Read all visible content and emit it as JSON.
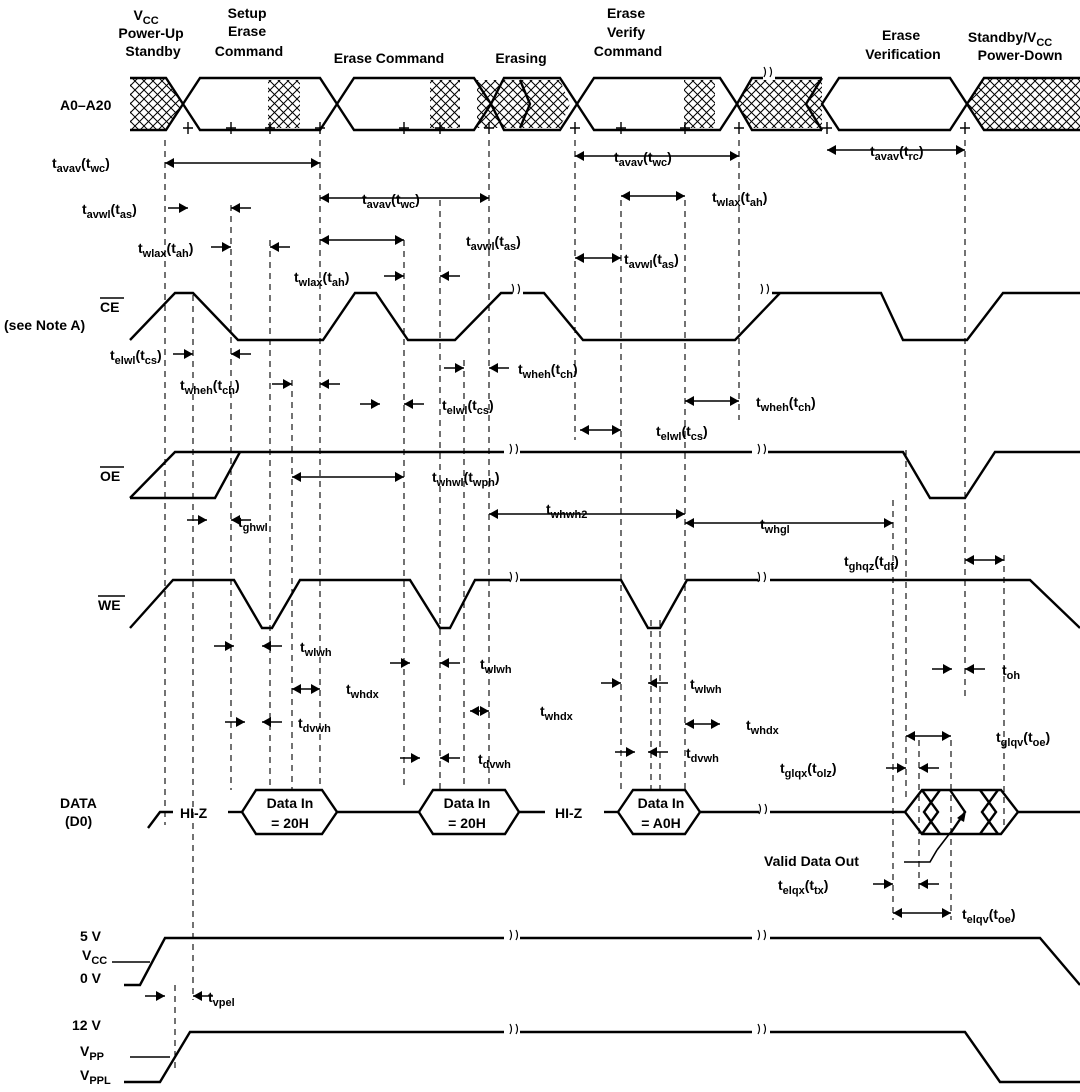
{
  "phases": [
    {
      "lines": [
        "V",
        "Power-Up",
        "Standby"
      ],
      "sub": "CC"
    },
    {
      "lines": [
        "Setup",
        "Erase",
        "Command"
      ]
    },
    {
      "lines": [
        "Erase Command"
      ]
    },
    {
      "lines": [
        "Erasing"
      ]
    },
    {
      "lines": [
        "Erase",
        "Verify",
        "Command"
      ]
    },
    {
      "lines": [
        "Erase",
        "Verification"
      ]
    },
    {
      "lines": [
        "Standby/V",
        "Power-Down"
      ],
      "sub": "CC"
    }
  ],
  "signals": {
    "address": "A0–A20",
    "ce": "CE",
    "ce_note": "(see Note A)",
    "oe": "OE",
    "we": "WE",
    "data": [
      "DATA",
      "(D0)"
    ],
    "vcc_5v": "5 V",
    "vcc": "V",
    "vcc_sub": "CC",
    "vcc_0v": "0 V",
    "vpp_12v": "12 V",
    "vpp": "V",
    "vpp_sub": "PP",
    "vppl": "V",
    "vppl_sub": "PPL"
  },
  "data_bus": {
    "hiz": "HI-Z",
    "data_in_1": [
      "Data In",
      "= 20H"
    ],
    "data_in_2": [
      "Data In",
      "= 20H"
    ],
    "data_in_3": [
      "Data In",
      "= A0H"
    ],
    "valid_out": "Valid Data Out"
  },
  "timing": [
    {
      "id": "avav1",
      "t": "avav",
      "p": "wc"
    },
    {
      "id": "avwl1",
      "t": "avwl",
      "p": "as"
    },
    {
      "id": "wlax1",
      "t": "wlax",
      "p": "ah"
    },
    {
      "id": "avav2",
      "t": "avav",
      "p": "wc"
    },
    {
      "id": "avwl2",
      "t": "avwl",
      "p": "as"
    },
    {
      "id": "wlax2",
      "t": "wlax",
      "p": "ah"
    },
    {
      "id": "avav3",
      "t": "avav",
      "p": "wc"
    },
    {
      "id": "wlax3",
      "t": "wlax",
      "p": "ah"
    },
    {
      "id": "avwl3",
      "t": "avwl",
      "p": "as"
    },
    {
      "id": "avav4",
      "t": "avav",
      "p": "rc"
    },
    {
      "id": "elwl1",
      "t": "elwl",
      "p": "cs"
    },
    {
      "id": "wheh1",
      "t": "wheh",
      "p": "ch"
    },
    {
      "id": "elwl2",
      "t": "elwl",
      "p": "cs"
    },
    {
      "id": "wheh2",
      "t": "wheh",
      "p": "ch"
    },
    {
      "id": "wheh3",
      "t": "wheh",
      "p": "ch"
    },
    {
      "id": "elwl3",
      "t": "elwl",
      "p": "cs"
    },
    {
      "id": "whwl",
      "t": "whwl",
      "p": "wph"
    },
    {
      "id": "ghwl",
      "t": "ghwl",
      "p": ""
    },
    {
      "id": "whwh2",
      "t": "whwh2",
      "p": ""
    },
    {
      "id": "whgl",
      "t": "whgl",
      "p": ""
    },
    {
      "id": "ghqz",
      "t": "ghqz",
      "p": "df"
    },
    {
      "id": "wlwh1",
      "t": "wlwh",
      "p": ""
    },
    {
      "id": "whdx1",
      "t": "whdx",
      "p": ""
    },
    {
      "id": "dvwh1",
      "t": "dvwh",
      "p": ""
    },
    {
      "id": "wlwh2",
      "t": "wlwh",
      "p": ""
    },
    {
      "id": "whdx2",
      "t": "whdx",
      "p": ""
    },
    {
      "id": "dvwh2",
      "t": "dvwh",
      "p": ""
    },
    {
      "id": "wlwh3",
      "t": "wlwh",
      "p": ""
    },
    {
      "id": "whdx3",
      "t": "whdx",
      "p": ""
    },
    {
      "id": "dvwh3",
      "t": "dvwh",
      "p": ""
    },
    {
      "id": "oh",
      "t": "oh",
      "p": ""
    },
    {
      "id": "glqv",
      "t": "glqv",
      "p": "oe"
    },
    {
      "id": "glqx",
      "t": "glqx",
      "p": "olz"
    },
    {
      "id": "elqx",
      "t": "elqx",
      "p": "tx"
    },
    {
      "id": "elqv",
      "t": "elqv",
      "p": "oe"
    },
    {
      "id": "vpel",
      "t": "vpel",
      "p": ""
    }
  ]
}
